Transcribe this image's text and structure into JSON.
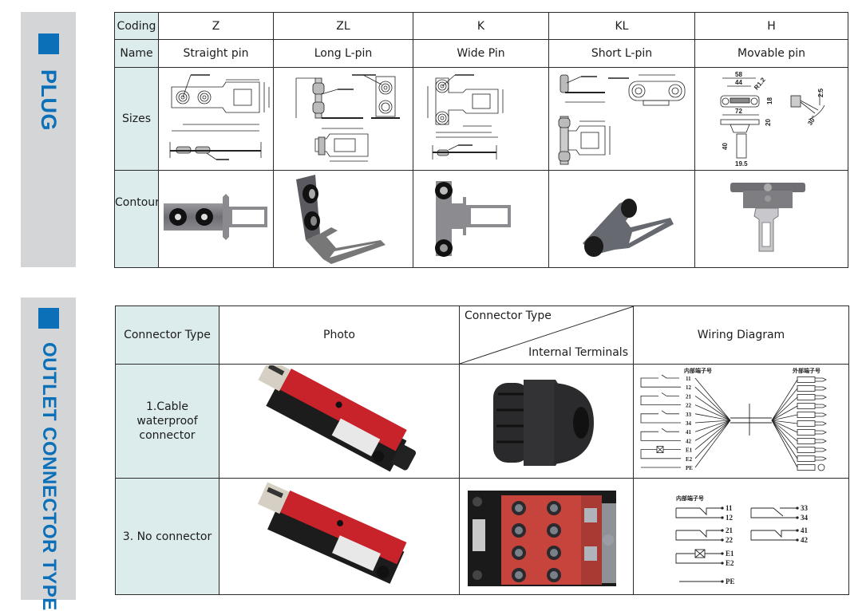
{
  "colors": {
    "accent_blue": "#0b70b8",
    "band_gray": "#d4d5d7",
    "label_bg": "#dcebec",
    "border": "#2b2b2b"
  },
  "plug_section": {
    "title": "PLUG",
    "table": {
      "row_labels": {
        "coding": "Coding",
        "name": "Name",
        "sizes": "Sizes",
        "contour": "Contour"
      },
      "columns": [
        {
          "coding": "Z",
          "name": "Straight pin",
          "sizes_icon": "straight-pin-dimension-drawing",
          "contour_icon": "straight-pin-photo"
        },
        {
          "coding": "ZL",
          "name": "Long L-pin",
          "sizes_icon": "long-l-pin-dimension-drawing",
          "contour_icon": "long-l-pin-photo"
        },
        {
          "coding": "K",
          "name": "Wide Pin",
          "sizes_icon": "wide-pin-dimension-drawing",
          "contour_icon": "wide-pin-photo"
        },
        {
          "coding": "KL",
          "name": "Short L-pin",
          "sizes_icon": "short-l-pin-dimension-drawing",
          "contour_icon": "short-l-pin-photo"
        },
        {
          "coding": "H",
          "name": "Movable pin",
          "sizes_icon": "movable-pin-dimension-drawing",
          "contour_icon": "movable-pin-photo"
        }
      ],
      "dimension_labels": {
        "movable": [
          "58",
          "44",
          "R1.2",
          "18",
          "72",
          "20",
          "40",
          "19.5",
          "2.5",
          "30°"
        ]
      }
    }
  },
  "outlet_section": {
    "title": "OUTLET CONNECTOR TYPE",
    "table": {
      "headers": {
        "connector_type": "Connector Type",
        "photo": "Photo",
        "diagonal_top": "Connector Type",
        "diagonal_bottom": "Internal Terminals",
        "wiring": "Wiring Diagram"
      },
      "rows": [
        {
          "label": "1.Cable waterproof connector",
          "photo_icon": "safety-switch-with-cable-gland-photo",
          "terminal_icon": "cable-gland-photo",
          "wiring_icon": "cable-wiring-diagram"
        },
        {
          "label": "3. No connector",
          "photo_icon": "safety-switch-photo",
          "terminal_icon": "internal-terminal-block-photo",
          "wiring_icon": "terminal-wiring-diagram"
        }
      ],
      "wiring": {
        "internal_header": "内部端子号",
        "external_header": "外部端子号",
        "cable_terminals": [
          "11",
          "12",
          "21",
          "22",
          "33",
          "34",
          "41",
          "42",
          "E1",
          "E2",
          "PE"
        ],
        "left_terminals": [
          "11",
          "12",
          "21",
          "22",
          "E1",
          "E2",
          "PE"
        ],
        "right_terminals": [
          "33",
          "34",
          "41",
          "42"
        ]
      }
    }
  }
}
